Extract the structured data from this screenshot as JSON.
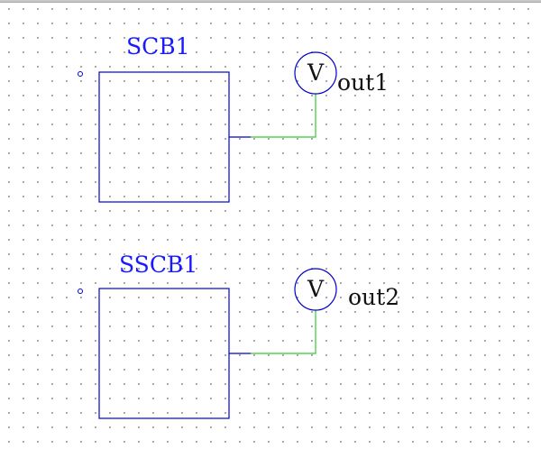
{
  "colors": {
    "block": "#0000cc",
    "wire": "#33cc33",
    "label_block": "#1a1aff",
    "label_probe": "#111111",
    "grid_dot": "#8f8f8f"
  },
  "blocks": [
    {
      "name": "SCB1",
      "probe_symbol": "V",
      "probe_label": "out1"
    },
    {
      "name": "SSCB1",
      "probe_symbol": "V",
      "probe_label": "out2"
    }
  ]
}
